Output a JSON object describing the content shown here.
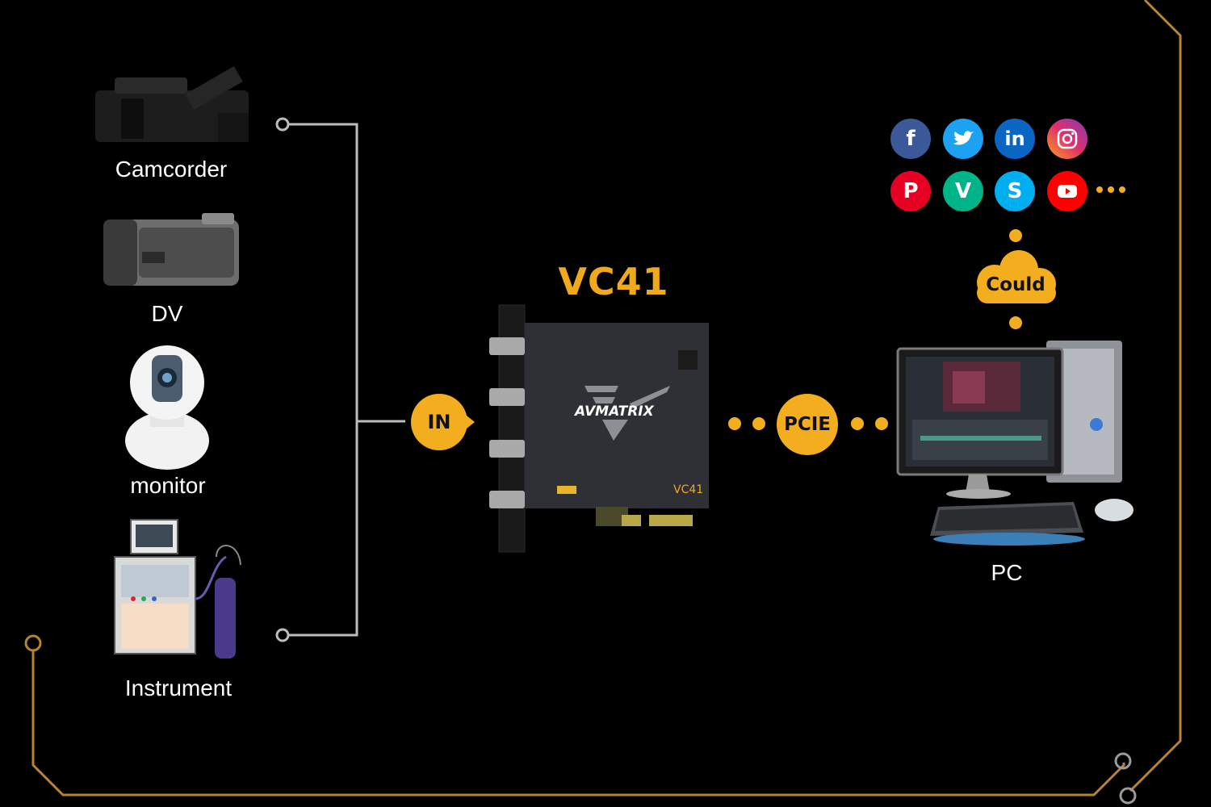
{
  "sources": {
    "camcorder": "Camcorder",
    "dv": "DV",
    "monitor": "monitor",
    "instrument": "Instrument"
  },
  "device": {
    "title": "VC41",
    "brand": "AVMATRIX",
    "model": "VC41"
  },
  "connectors": {
    "in": "IN",
    "pcie": "PCIE"
  },
  "cloud": {
    "label": "Could"
  },
  "pc": {
    "label": "PC"
  },
  "social_icons": [
    "facebook-icon",
    "twitter-icon",
    "linkedin-icon",
    "instagram-icon",
    "pinterest-icon",
    "vine-icon",
    "skype-icon",
    "youtube-icon"
  ],
  "colors": {
    "accent": "#f2ae1e",
    "frame_line": "#b8862a",
    "connector_line": "#bdbdbd",
    "background": "#000000"
  }
}
